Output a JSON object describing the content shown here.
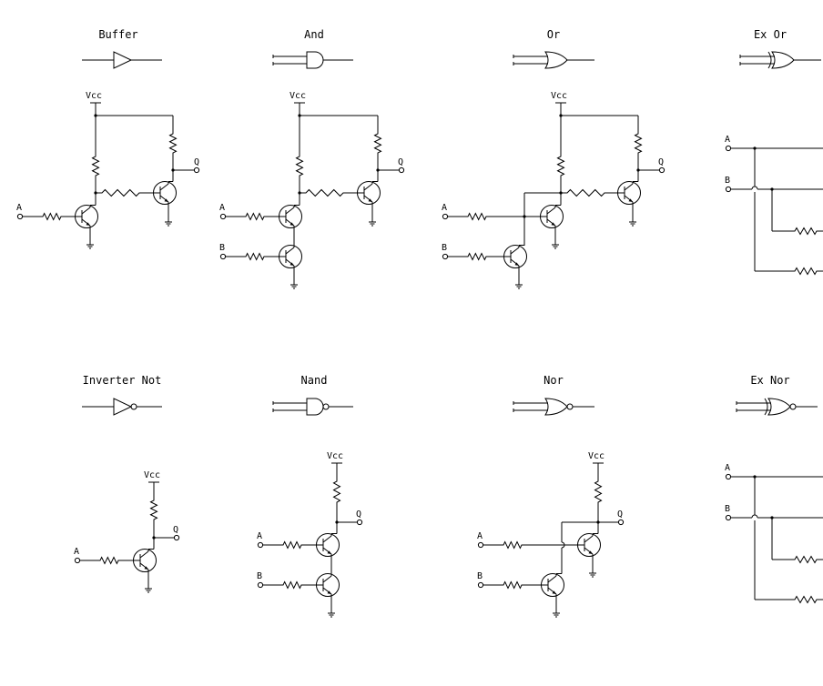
{
  "gates": [
    {
      "id": "buffer",
      "title": "Buffer"
    },
    {
      "id": "and",
      "title": "And"
    },
    {
      "id": "or",
      "title": "Or"
    },
    {
      "id": "xor",
      "title": "Ex Or"
    },
    {
      "id": "not",
      "title": "Inverter Not"
    },
    {
      "id": "nand",
      "title": "Nand"
    },
    {
      "id": "nor",
      "title": "Nor"
    },
    {
      "id": "xnor",
      "title": "Ex Nor"
    }
  ],
  "labels": {
    "vcc": "Vcc",
    "input_a": "A",
    "input_b": "B",
    "output_q": "Q"
  }
}
